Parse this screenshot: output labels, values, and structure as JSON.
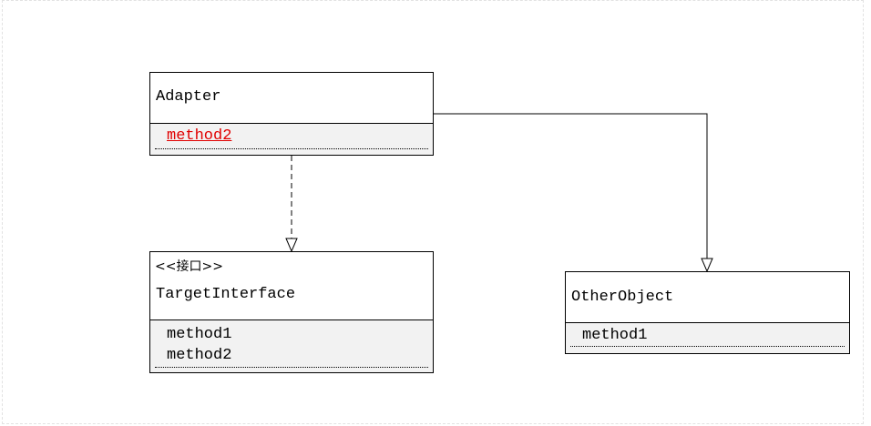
{
  "diagram": {
    "classes": {
      "adapter": {
        "name": "Adapter",
        "methods": [
          {
            "label": "method2",
            "highlighted": true
          }
        ]
      },
      "target_interface": {
        "stereotype": "<<接口>>",
        "name": "TargetInterface",
        "methods": [
          {
            "label": "method1",
            "highlighted": false
          },
          {
            "label": "method2",
            "highlighted": false
          }
        ]
      },
      "other_object": {
        "name": "OtherObject",
        "methods": [
          {
            "label": "method1",
            "highlighted": false
          }
        ]
      }
    },
    "relationships": [
      {
        "from": "Adapter",
        "to": "TargetInterface",
        "kind": "realization",
        "line_style": "dashed",
        "arrowhead": "hollow-triangle"
      },
      {
        "from": "Adapter",
        "to": "OtherObject",
        "kind": "association",
        "line_style": "solid",
        "arrowhead": "hollow-triangle"
      }
    ],
    "colors": {
      "highlight_text": "#e00000",
      "body_fill": "#f2f2f2",
      "border": "#000000"
    }
  }
}
